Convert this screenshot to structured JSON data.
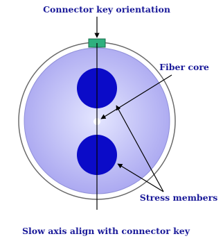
{
  "diagram": {
    "labels": {
      "connector_key": "Connector key orientation",
      "fiber_core": "Fiber core",
      "stress_members": "Stress members",
      "slow_axis": "Slow axis align with connector key"
    },
    "colors": {
      "text": "#1a1a99",
      "cladding_fill": "#a9a6f0",
      "cladding_center": "#e4e6ff",
      "outer_ring": "#ffffff",
      "stress_member": "#0b0bc8",
      "connector_key": "#2fb07e",
      "line": "#000000"
    }
  }
}
